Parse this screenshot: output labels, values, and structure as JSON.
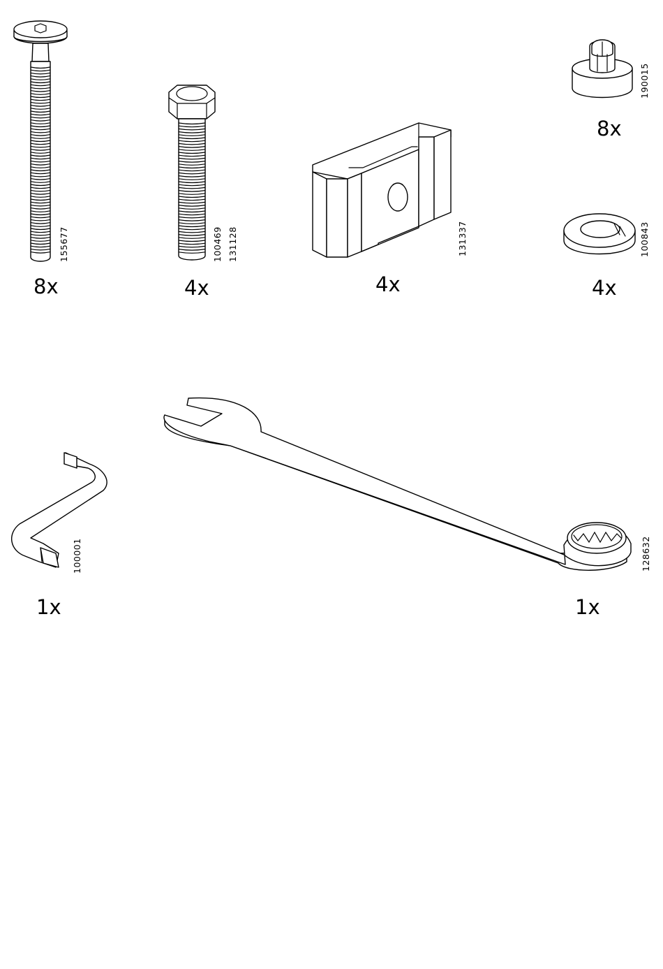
{
  "parts": [
    {
      "id": "long-bolt",
      "code": "155677",
      "quantity": "8x"
    },
    {
      "id": "hex-bolt",
      "codes": [
        "100469",
        "131128"
      ],
      "quantity": "4x"
    },
    {
      "id": "bracket",
      "code": "131337",
      "quantity": "4x"
    },
    {
      "id": "cam-dowel",
      "code": "190015",
      "quantity": "8x"
    },
    {
      "id": "spring-washer",
      "code": "100843",
      "quantity": "4x"
    },
    {
      "id": "allen-key",
      "code": "100001",
      "quantity": "1x"
    },
    {
      "id": "wrench",
      "code": "128632",
      "quantity": "1x"
    }
  ]
}
